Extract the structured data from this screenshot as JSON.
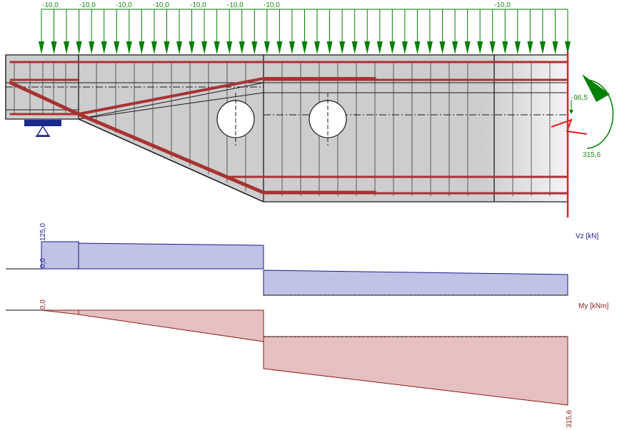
{
  "load": {
    "labels": [
      "-10,0",
      "-10,0",
      "-10,0",
      "-10,0",
      "-10,0",
      "-10,0",
      "-10,0",
      "-10,0"
    ],
    "color": "#008000"
  },
  "reaction": {
    "shear_label": "-96,5",
    "moment_label": "315,6",
    "color": "#008000"
  },
  "diagrams": {
    "shear": {
      "unit_label": "Vz [kN]",
      "value_top_label": "125,0",
      "value_zero_label": "0,0",
      "fill": "#c0c2e6",
      "stroke": "#1a1a8a"
    },
    "moment": {
      "unit_label": "My [kNm]",
      "value_zero_label": "0,0",
      "value_end_label": "315,6",
      "fill": "#e6c0c0",
      "stroke": "#8a1a1a"
    }
  },
  "beam": {
    "concrete_fill": "#cfcfcf",
    "rebar_color": "#a83232",
    "support_color": "#1a2a8a",
    "cut_line_color": "#e02020"
  }
}
